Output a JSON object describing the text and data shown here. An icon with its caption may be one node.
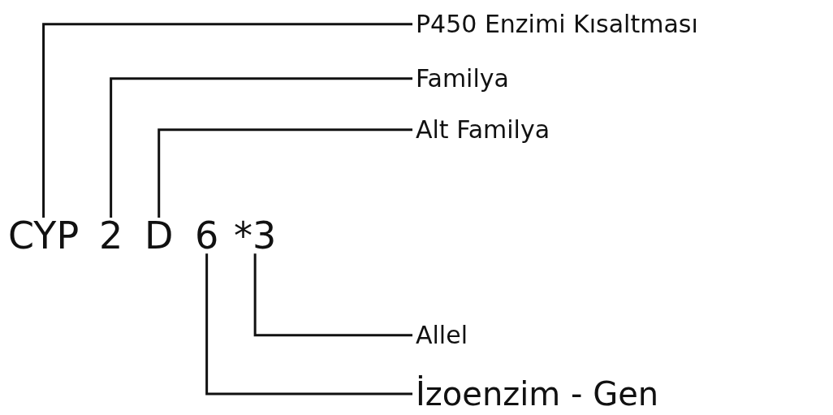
{
  "diagram": {
    "nodes": [
      {
        "text": [
          "P450 Enzimi Kısaltması"
        ]
      },
      {
        "text": [
          "Familya"
        ]
      },
      {
        "text": [
          "Alt Familya"
        ]
      },
      {
        "text": [
          "CYP"
        ]
      },
      {
        "text": [
          "2"
        ]
      },
      {
        "text": [
          "D"
        ]
      },
      {
        "text": [
          "6"
        ]
      },
      {
        "text": [
          "*3"
        ]
      },
      {
        "text": [
          "Allel"
        ]
      },
      {
        "text": [
          "İzoenzim - Gen"
        ]
      }
    ],
    "edges": [
      {
        "from": 0,
        "to": 3,
        "arrow": "none"
      },
      {
        "from": 1,
        "to": 4,
        "arrow": "none"
      },
      {
        "from": 2,
        "to": 5,
        "arrow": "none"
      },
      {
        "from": 8,
        "to": 7,
        "arrow": "none"
      },
      {
        "from": 9,
        "to": 6,
        "arrow": "none"
      }
    ]
  }
}
